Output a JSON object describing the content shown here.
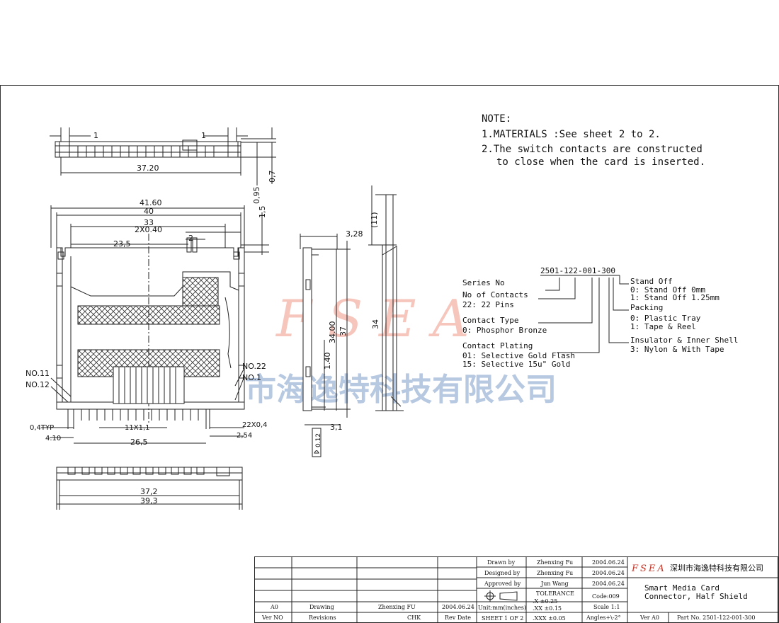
{
  "note": {
    "heading": "NOTE:",
    "line1": "1.MATERIALS :See sheet 2 to 2.",
    "line2": "2.The switch contacts are constructed",
    "line3": "to close when the card is inserted."
  },
  "part_number_key": {
    "code": "2501-122-001-300",
    "series_label": "Series No",
    "contacts_label": "No of Contacts",
    "contacts_value": "22: 22 Pins",
    "type_label": "Contact Type",
    "type_value": "0: Phosphor Bronze",
    "plating_label": "Contact Plating",
    "plating_value1": "01: Selective Gold Flash",
    "plating_value2": "15: Selective 15u\" Gold",
    "standoff_label": "Stand Off",
    "standoff_value1": "0: Stand Off 0mm",
    "standoff_value2": "1: Stand Off 1.25mm",
    "packing_label": "Packing",
    "packing_value1": "0: Plastic Tray",
    "packing_value2": "1: Tape & Reel",
    "insulator_label": "Insulator & Inner Shell",
    "insulator_value": "3: Nylon & With Tape"
  },
  "watermark": {
    "latin": "F S E A",
    "chinese": "深圳市海逸特科技有限公司"
  },
  "top_view_dims": {
    "d1": "1",
    "d2": "1",
    "d3": "37.20",
    "d4": "0,95",
    "d5": "0,7"
  },
  "main_view_dims": {
    "d41": "41.60",
    "d40": "40",
    "d33": "33",
    "d2x": "2X0.40",
    "d2": "2",
    "d235": "23,5",
    "d15": "1,5",
    "no11": "NO.11",
    "no12": "NO.12",
    "no22": "NO.22",
    "no1": "NO.1",
    "typ": "0,4TYP",
    "d11": "11X1,1",
    "d410": "4.10",
    "d265": "26,5",
    "d22x": "22X0,4",
    "d254": "2,54"
  },
  "bottom_view_dims": {
    "d372": "37,2",
    "d393": "39,3"
  },
  "side_view_dims": {
    "d328": "3,28",
    "d3400": "34.00",
    "d37": "37",
    "d140": "1.40",
    "d31": "3,1",
    "d012": "0.12",
    "d11": "(11)",
    "d34": "34"
  },
  "title_block": {
    "drawn_label": "Drawn by",
    "drawn_name": "Zhenxing Fu",
    "drawn_date": "2004.06.24",
    "designed_label": "Designed by",
    "designed_name": "Zhenxing Fu",
    "designed_date": "2004.06.24",
    "approved_label": "Approved by",
    "approved_name": "Jun Wang",
    "approved_date": "2004.06.24",
    "company_logo": "FSEA",
    "company_name": "深圳市海逸特科技有限公司",
    "tolerance_label": "TOLERANCE",
    "tol_x": ".X   ±0.25",
    "tol_xx": ".XX  ±0.15",
    "tol_xxx": ".XXX ±0.05",
    "units_label": "Unit:mm(inches)",
    "sheet_label": "SHEET 1 OF 2",
    "code": "Code:009",
    "scale": "Scale 1:1",
    "angles": "Angles+\\-2°",
    "title1": "Smart Media Card",
    "title2": "Connector, Half Shield",
    "ver": "Ver A0",
    "part_no": "Part No. 2501-122-001-300",
    "rev_ver": "A0",
    "rev_text": "Drawing",
    "rev_by": "Zhenxing FU",
    "rev_date": "2004.06.24",
    "col_verno": "Ver NO",
    "col_revisions": "Revisions",
    "col_chk": "CHK",
    "col_revdate": "Rev Date"
  }
}
